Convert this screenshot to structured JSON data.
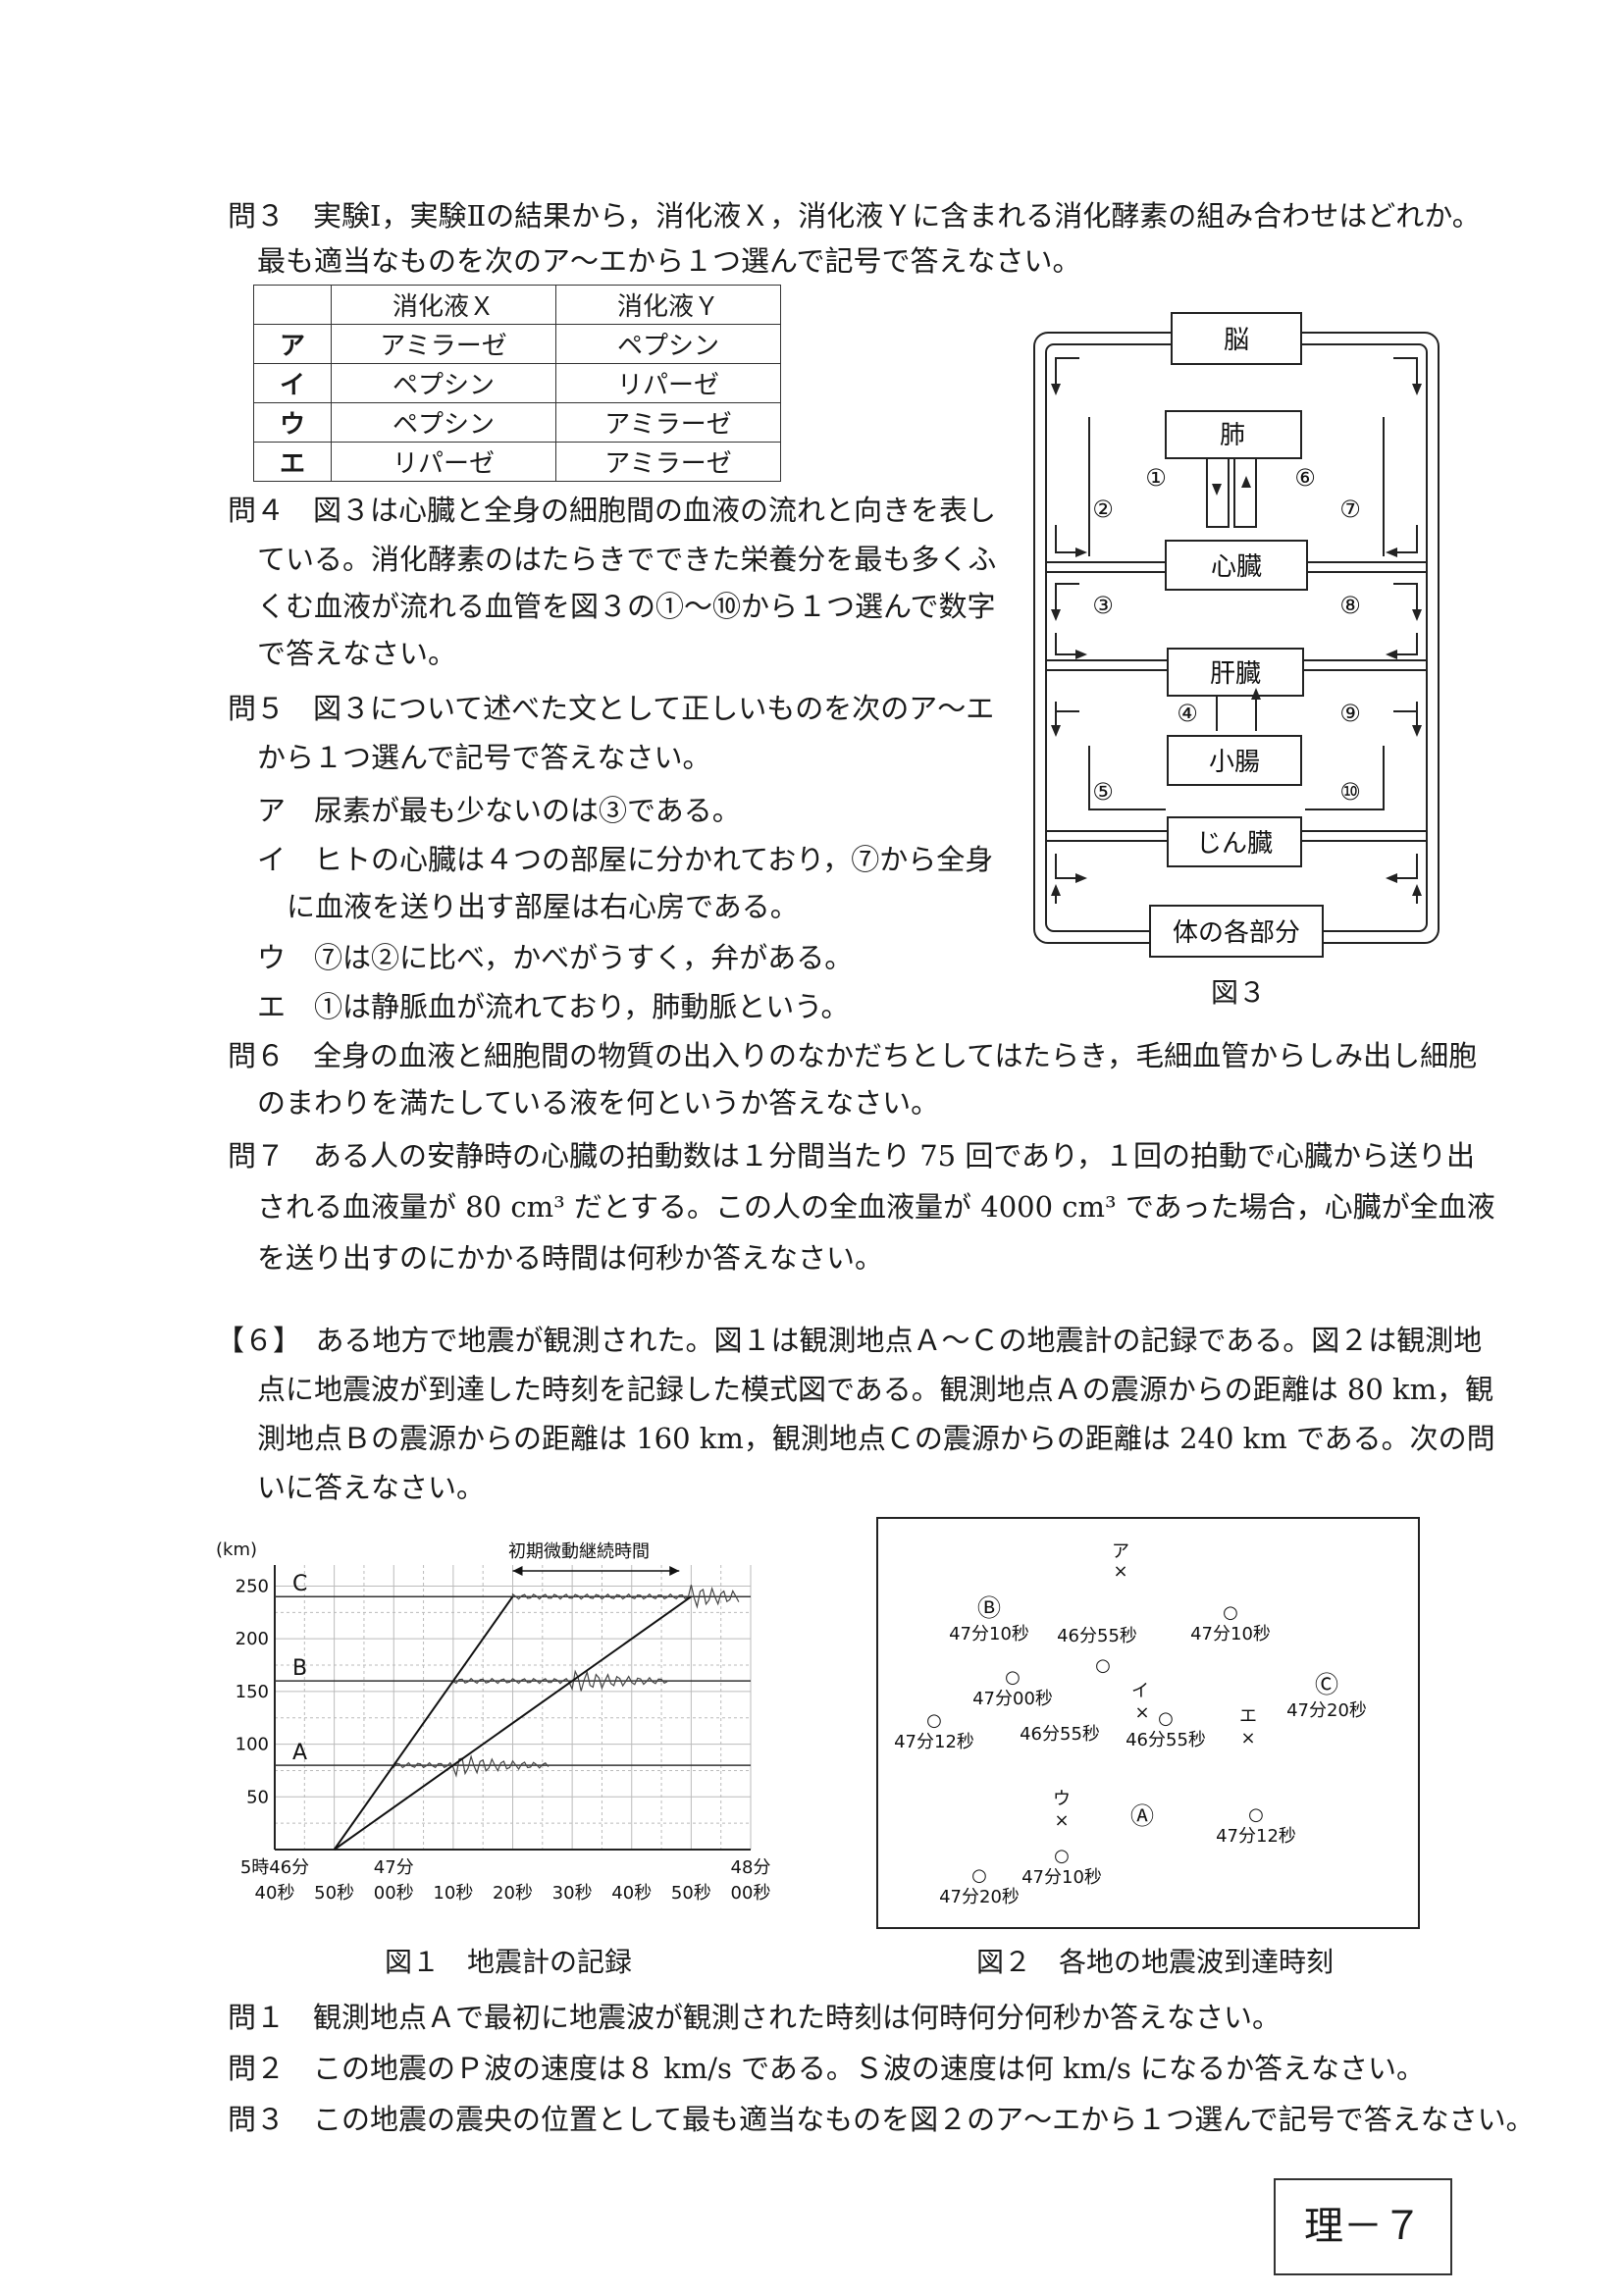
{
  "q3": {
    "line1": "問３　実験Ⅰ，実験Ⅱの結果から，消化液Ｘ，消化液Ｙに含まれる消化酵素の組み合わせはどれか。",
    "line2": "最も適当なものを次のア～エから１つ選んで記号で答えなさい。",
    "table": {
      "header": [
        "",
        "消化液Ｘ",
        "消化液Ｙ"
      ],
      "rows": [
        [
          "ア",
          "アミラーゼ",
          "ペプシン"
        ],
        [
          "イ",
          "ペプシン",
          "リパーゼ"
        ],
        [
          "ウ",
          "ペプシン",
          "アミラーゼ"
        ],
        [
          "エ",
          "リパーゼ",
          "アミラーゼ"
        ]
      ]
    }
  },
  "q4": {
    "lines": [
      "問４　図３は心臓と全身の細胞間の血液の流れと向きを表し",
      "ている。消化酵素のはたらきでできた栄養分を最も多くふ",
      "くむ血液が流れる血管を図３の①～⑩から１つ選んで数字",
      "で答えなさい。"
    ]
  },
  "q5": {
    "lines": [
      "問５　図３について述べた文として正しいものを次のア～エ",
      "から１つ選んで記号で答えなさい。",
      "ア　尿素が最も少ないのは③である。",
      "イ　ヒトの心臓は４つの部屋に分かれており，⑦から全身",
      "に血液を送り出す部屋は右心房である。",
      "ウ　⑦は②に比べ，かべがうすく，弁がある。",
      "エ　①は静脈血が流れており，肺動脈という。"
    ]
  },
  "q6": {
    "lines": [
      "問６　全身の血液と細胞間の物質の出入りのなかだちとしてはたらき，毛細血管からしみ出し細胞",
      "のまわりを満たしている液を何というか答えなさい。"
    ]
  },
  "q7": {
    "lines": [
      "問７　ある人の安静時の心臓の拍動数は１分間当たり 75 回であり，１回の拍動で心臓から送り出",
      "される血液量が 80 cm³ だとする。この人の全血液量が 4000 cm³ であった場合，心臓が全血液",
      "を送り出すのにかかる時間は何秒か答えなさい。"
    ]
  },
  "fig3": {
    "caption": "図３",
    "organs": [
      "脳",
      "肺",
      "心臓",
      "肝臓",
      "小腸",
      "じん臓",
      "体の各部分"
    ],
    "vessel_labels": [
      "①",
      "②",
      "③",
      "④",
      "⑤",
      "⑥",
      "⑦",
      "⑧",
      "⑨",
      "⑩"
    ]
  },
  "sec6": {
    "lines": [
      "【６】　ある地方で地震が観測された。図１は観測地点Ａ～Ｃの地震計の記録である。図２は観測地",
      "点に地震波が到達した時刻を記録した模式図である。観測地点Ａの震源からの距離は 80 km，観",
      "測地点Ｂの震源からの距離は 160 km，観測地点Ｃの震源からの距離は 240 km である。次の問",
      "いに答えなさい。"
    ]
  },
  "fig1": {
    "caption": "図１　地震計の記録",
    "y_unit": "(km)",
    "y_ticks": [
      "250",
      "200",
      "150",
      "100",
      "50"
    ],
    "x_ticks_top": [
      "5時46分",
      "",
      "47分",
      "",
      "",
      "",
      "",
      "",
      "48分"
    ],
    "x_ticks_bottom": [
      "40秒",
      "50秒",
      "00秒",
      "10秒",
      "20秒",
      "30秒",
      "40秒",
      "50秒",
      "00秒"
    ],
    "stations": [
      "A",
      "B",
      "C"
    ],
    "annotation": "初期微動継続時間"
  },
  "chart_data": {
    "type": "line",
    "title": "図１　地震計の記録",
    "ylabel": "(km)",
    "xlabel": "",
    "x_ticks": [
      "5時46分40秒",
      "50秒",
      "47分00秒",
      "10秒",
      "20秒",
      "30秒",
      "40秒",
      "50秒",
      "48分00秒"
    ],
    "ylim": [
      0,
      270
    ],
    "xlim_seconds_from_5h46m40s": [
      0,
      80
    ],
    "grid": true,
    "series": [
      {
        "name": "",
        "points": [
          [
            10,
            0
          ],
          [
            40,
            240
          ]
        ]
      },
      {
        "name": "",
        "points": [
          [
            10,
            0
          ],
          [
            70,
            240
          ]
        ]
      }
    ],
    "stations": [
      {
        "name": "A",
        "distance_km": 80
      },
      {
        "name": "B",
        "distance_km": 160
      },
      {
        "name": "C",
        "distance_km": 240
      }
    ]
  },
  "fig2": {
    "caption": "図２　各地の地震波到達時刻",
    "marks": [
      "ア",
      "イ",
      "ウ",
      "エ"
    ],
    "stations": [
      {
        "label": "Ⓑ",
        "time": "47分10秒"
      },
      {
        "label": "○",
        "time": "46分55秒"
      },
      {
        "label": "○",
        "time": "47分10秒"
      },
      {
        "label": "○",
        "time": "47分00秒"
      },
      {
        "label": "Ⓒ",
        "time": "47分20秒"
      },
      {
        "label": "○",
        "time": "47分12秒"
      },
      {
        "label": "○",
        "time": "46分55秒"
      },
      {
        "label": "○",
        "time": "46分55秒"
      },
      {
        "label": "Ⓐ",
        "time": ""
      },
      {
        "label": "○",
        "time": "47分12秒"
      },
      {
        "label": "○",
        "time": "47分10秒"
      },
      {
        "label": "○",
        "time": "47分20秒"
      }
    ]
  },
  "sec6_questions": [
    "問１　観測地点Ａで最初に地震波が観測された時刻は何時何分何秒か答えなさい。",
    "問２　この地震のＰ波の速度は８ km/s である。Ｓ波の速度は何 km/s になるか答えなさい。",
    "問３　この地震の震央の位置として最も適当なものを図２のア～エから１つ選んで記号で答えなさい。"
  ],
  "page_number": "理－７"
}
